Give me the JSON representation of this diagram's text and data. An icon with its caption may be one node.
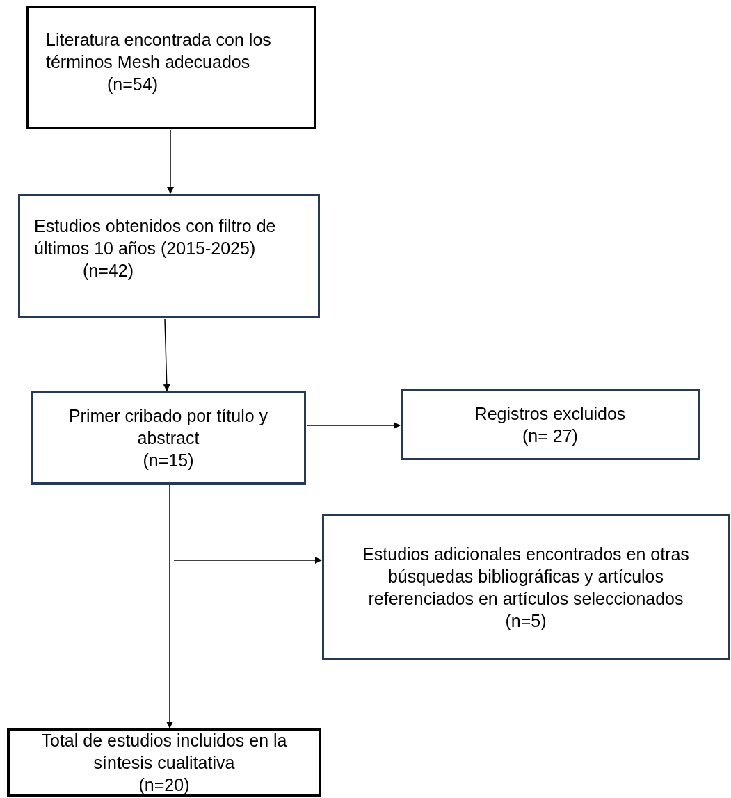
{
  "diagram": {
    "nodes": [
      {
        "text": [
          "Literatura encontrada con los términos Mesh adecuados",
          "(n=54)"
        ]
      },
      {
        "text": [
          "Estudios obtenidos con filtro de últimos 10 años (2015-2025)",
          "(n=42)"
        ]
      },
      {
        "text": [
          "Primer cribado por título y abstract",
          "(n=15)"
        ]
      },
      {
        "text": [
          "Registros excluidos",
          "(n= 27)"
        ]
      },
      {
        "text": [
          "Estudios adicionales encontrados en otras búsquedas bibliográficas y artículos referenciados en artículos seleccionados",
          "(n=5)"
        ]
      },
      {
        "text": [
          "Total de estudios incluidos en la síntesis cualitativa",
          "(n=20)"
        ]
      }
    ],
    "edges": [
      {
        "from": 0,
        "to": 1,
        "arrow": "to"
      },
      {
        "from": 1,
        "to": 2,
        "arrow": "to"
      },
      {
        "from": 2,
        "to": 3,
        "arrow": "to"
      },
      {
        "from": null,
        "to": 4,
        "arrow": "to"
      },
      {
        "from": 2,
        "to": 5,
        "arrow": "to"
      }
    ]
  }
}
